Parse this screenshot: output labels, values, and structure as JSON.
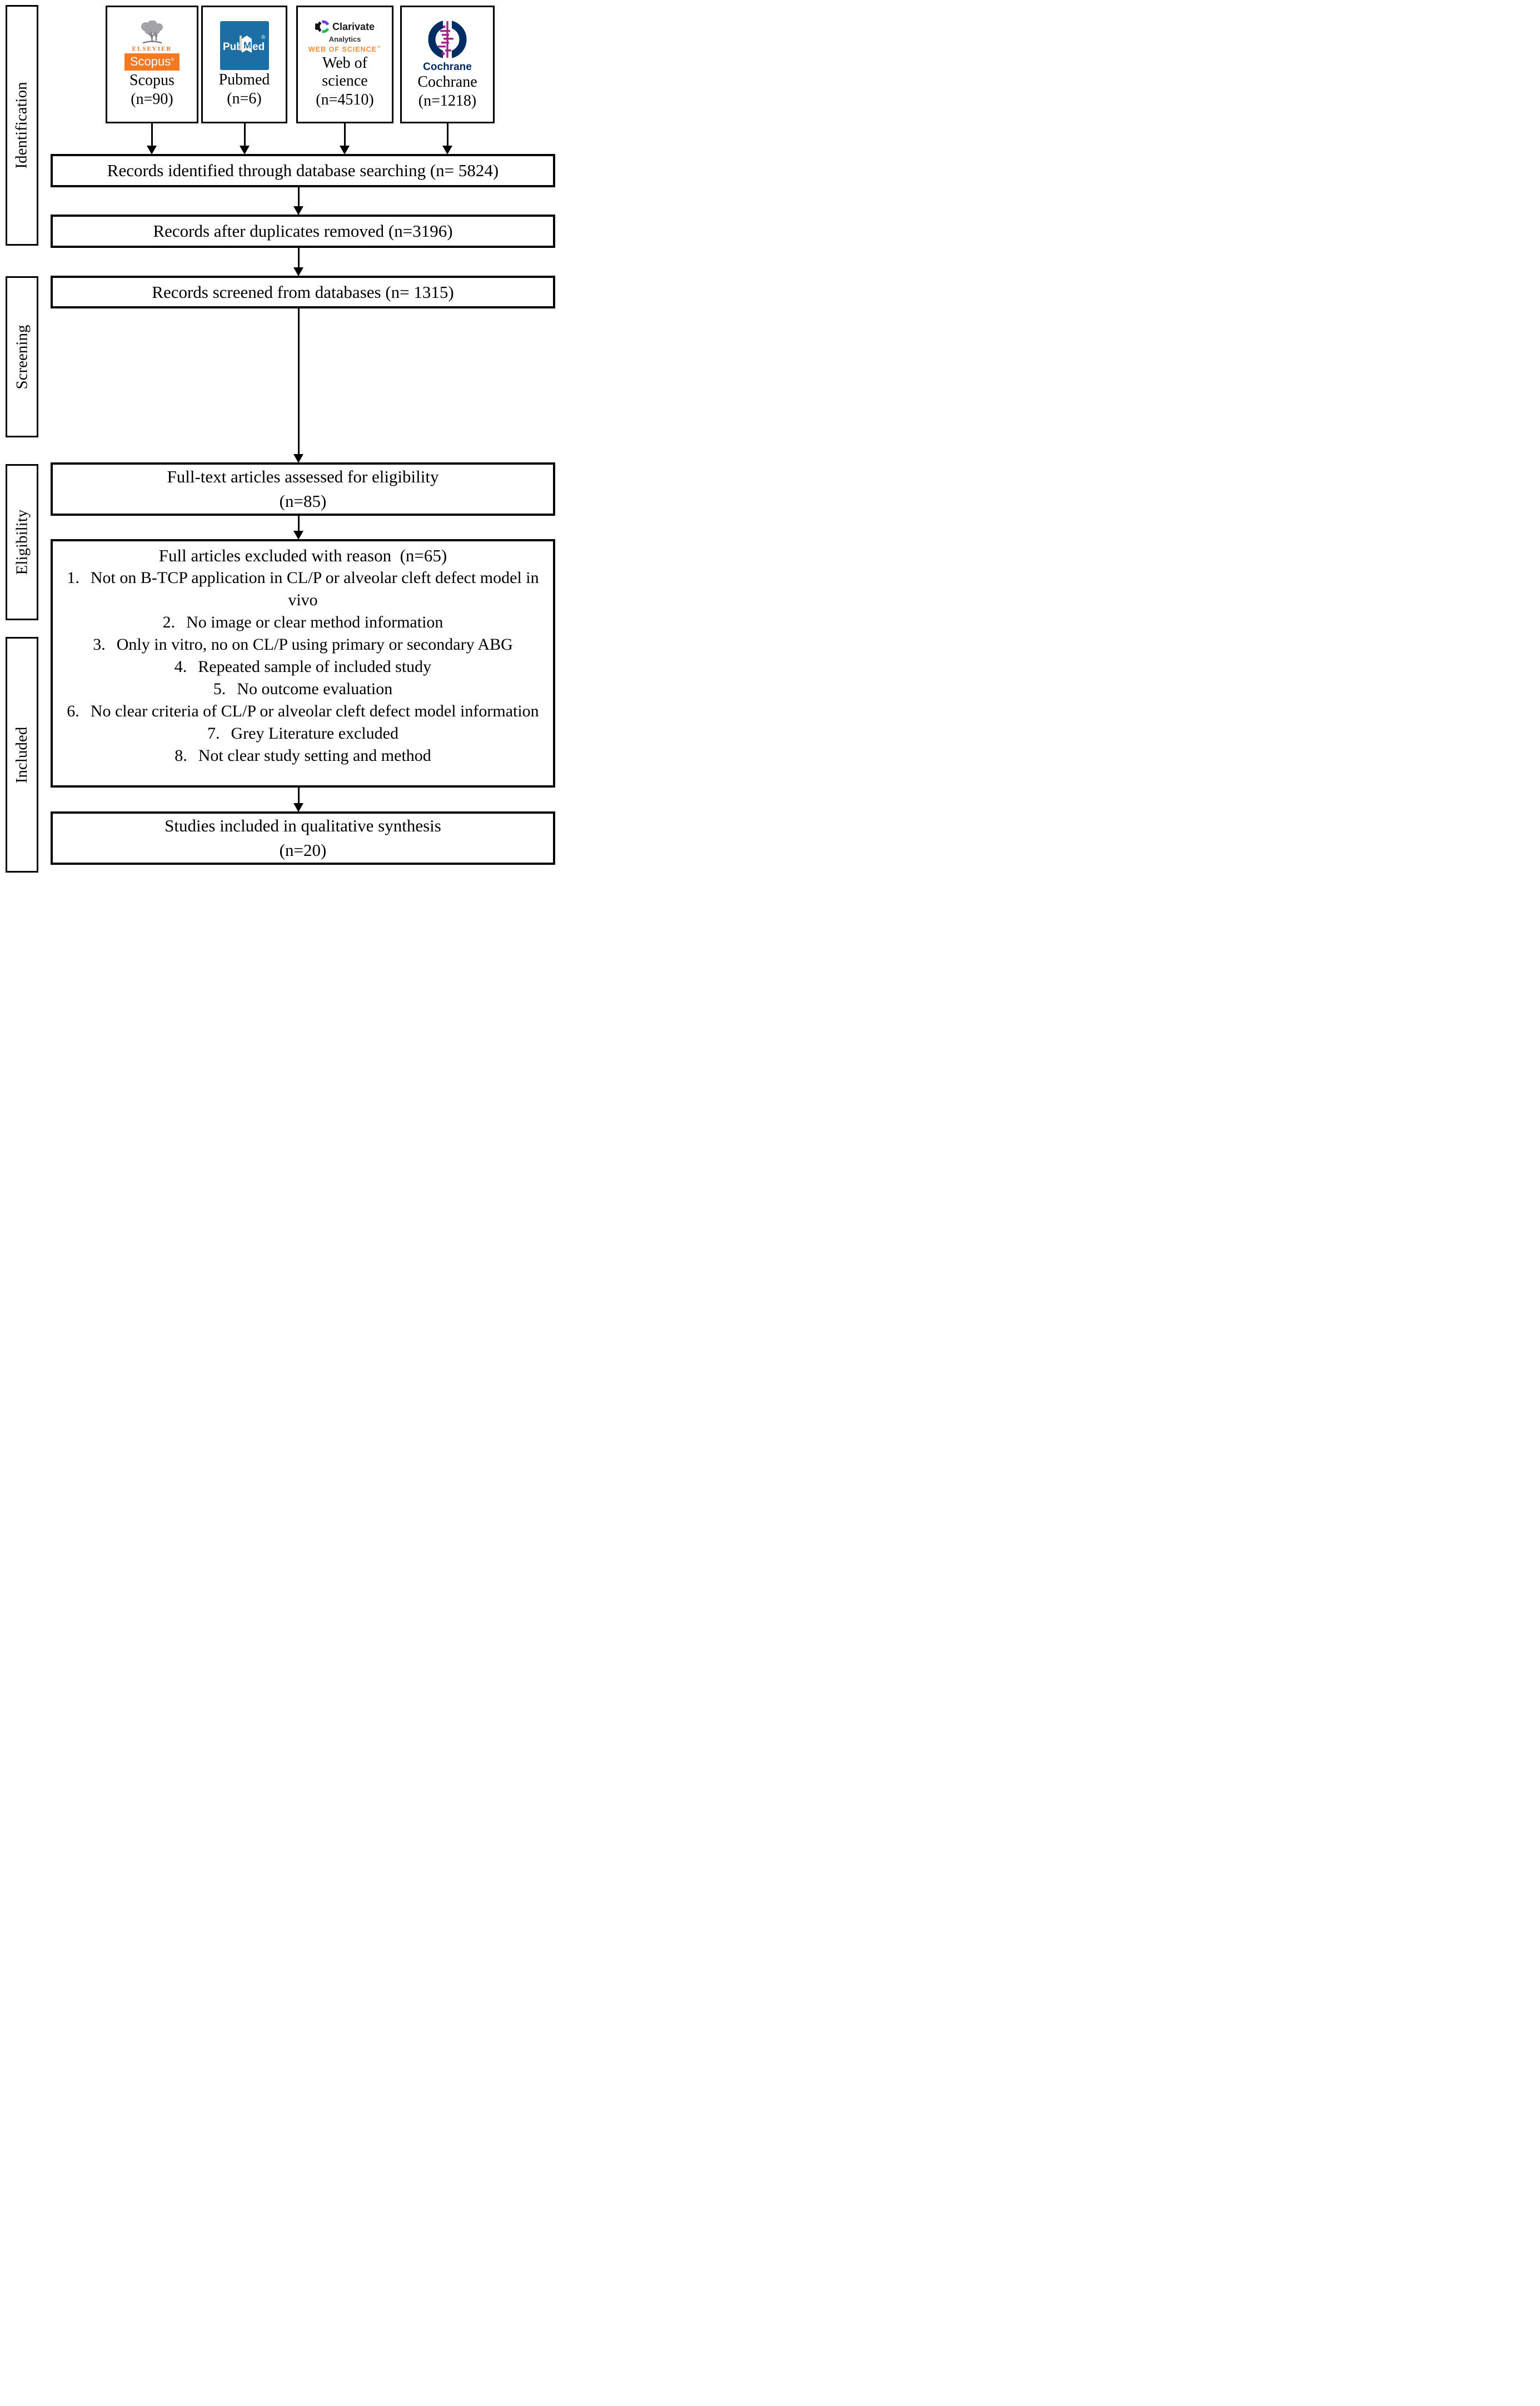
{
  "sidebar": {
    "stages": [
      {
        "label": "Identification"
      },
      {
        "label": "Screening"
      },
      {
        "label": "Eligibility"
      },
      {
        "label": "Included"
      }
    ]
  },
  "databases": [
    {
      "name": "Scopus",
      "count": "(n=90)",
      "logo": {
        "brand": "ELSEVIER",
        "wordmark": "Scopus",
        "mark": "®"
      }
    },
    {
      "name": "Pubmed",
      "count": "(n=6)",
      "logo": {
        "part_pub": "Pub",
        "part_m": "M",
        "part_ed": "ed",
        "mark": "®"
      }
    },
    {
      "name": "Web of science",
      "count": "(n=4510)",
      "logo": {
        "brand": "Clarivate",
        "brand_sub": "Analytics",
        "product": "WEB OF SCIENCE",
        "mark": "™"
      }
    },
    {
      "name": "Cochrane",
      "count": "(n=1218)",
      "logo": {
        "wordmark": "Cochrane"
      }
    }
  ],
  "flow": {
    "identified": "Records identified through database searching (n= 5824)",
    "deduplicated": "Records after duplicates removed (n=3196)",
    "screened": "Records screened from databases (n= 1315)",
    "fulltext": {
      "line1": "Full-text articles assessed for eligibility",
      "line2": "(n=85)"
    },
    "excluded": {
      "title": "Full articles excluded with reason  (n=65)",
      "reasons": [
        {
          "num": "1.",
          "text": "Not on B-TCP application in CL/P or alveolar cleft defect model in vivo"
        },
        {
          "num": "2.",
          "text": "No image or clear method information"
        },
        {
          "num": "3.",
          "text": "Only in vitro, no on CL/P using primary or secondary ABG"
        },
        {
          "num": "4.",
          "text": "Repeated sample of included study"
        },
        {
          "num": "5.",
          "text": "No outcome evaluation"
        },
        {
          "num": "6.",
          "text": "No clear criteria of CL/P or alveolar cleft defect model information"
        },
        {
          "num": "7.",
          "text": "Grey Literature excluded"
        },
        {
          "num": "8.",
          "text": "Not clear study setting and method"
        }
      ]
    },
    "included": {
      "line1": "Studies included in qualitative synthesis",
      "line2": "(n=20)"
    }
  },
  "colors": {
    "box_border": "#000000",
    "scopus_orange": "#F47920",
    "elsevier_orange": "#E9711C",
    "pubmed_blue": "#1C6EA4",
    "clarivate_purple": "#6C3BF5",
    "clarivate_green": "#1FBE4E",
    "wos_orange": "#F68B33",
    "cochrane_navy": "#002D64",
    "cochrane_magenta": "#A6218E"
  }
}
